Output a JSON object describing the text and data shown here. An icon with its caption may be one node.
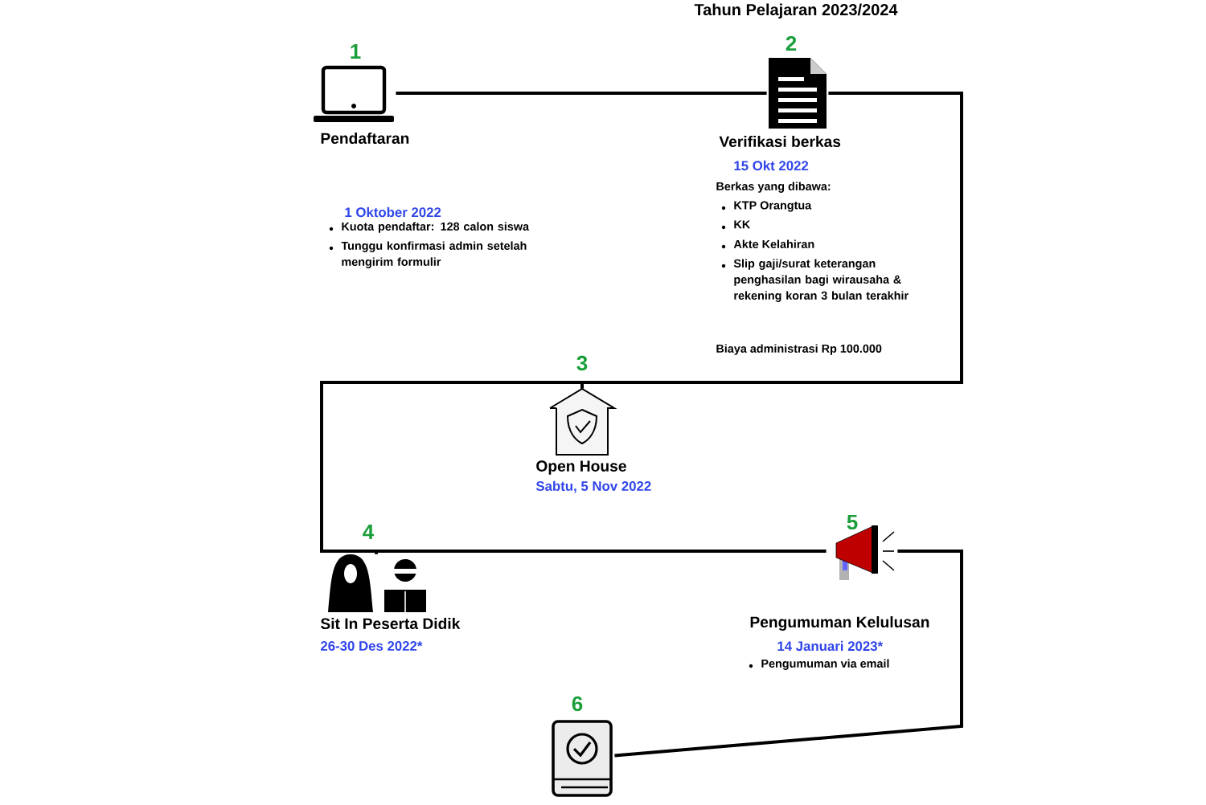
{
  "diagram": {
    "title": "Tahun Pelajaran 2023/2024",
    "nodes": [
      {
        "text": [
          "1",
          "Pendaftaran",
          "1 Oktober 2022",
          "Kuota pendaftar: 128 calon siswa",
          "Tunggu konfirmasi admin setelah mengirim formulir"
        ]
      },
      {
        "text": [
          "2",
          "Verifikasi  berkas",
          "15 Okt 2022",
          "Berkas yang dibawa:",
          "KTP Orangtua",
          "KK",
          "Akte Kelahiran",
          "Slip gaji/surat keterangan penghasilan bagi wirausaha & rekening koran 3 bulan terakhir",
          "Biaya administrasi Rp 100.000"
        ]
      },
      {
        "text": [
          "3",
          "Open House",
          "Sabtu, 5  Nov 2022"
        ]
      },
      {
        "text": [
          "4",
          "Sit In Peserta Didik",
          "26-30 Des 2022*"
        ]
      },
      {
        "text": [
          "5",
          "Pengumuman Kelulusan",
          "14 Januari 2023*",
          "Pengumuman via email"
        ]
      },
      {
        "text": [
          "6"
        ]
      }
    ],
    "edges": [
      {
        "from": 0,
        "to": 1,
        "arrow": "none"
      },
      {
        "from": 1,
        "to": 2,
        "arrow": "none"
      },
      {
        "from": 2,
        "to": 3,
        "arrow": "none"
      },
      {
        "from": 3,
        "to": 4,
        "arrow": "none"
      },
      {
        "from": 4,
        "to": 5,
        "arrow": "none"
      }
    ]
  }
}
